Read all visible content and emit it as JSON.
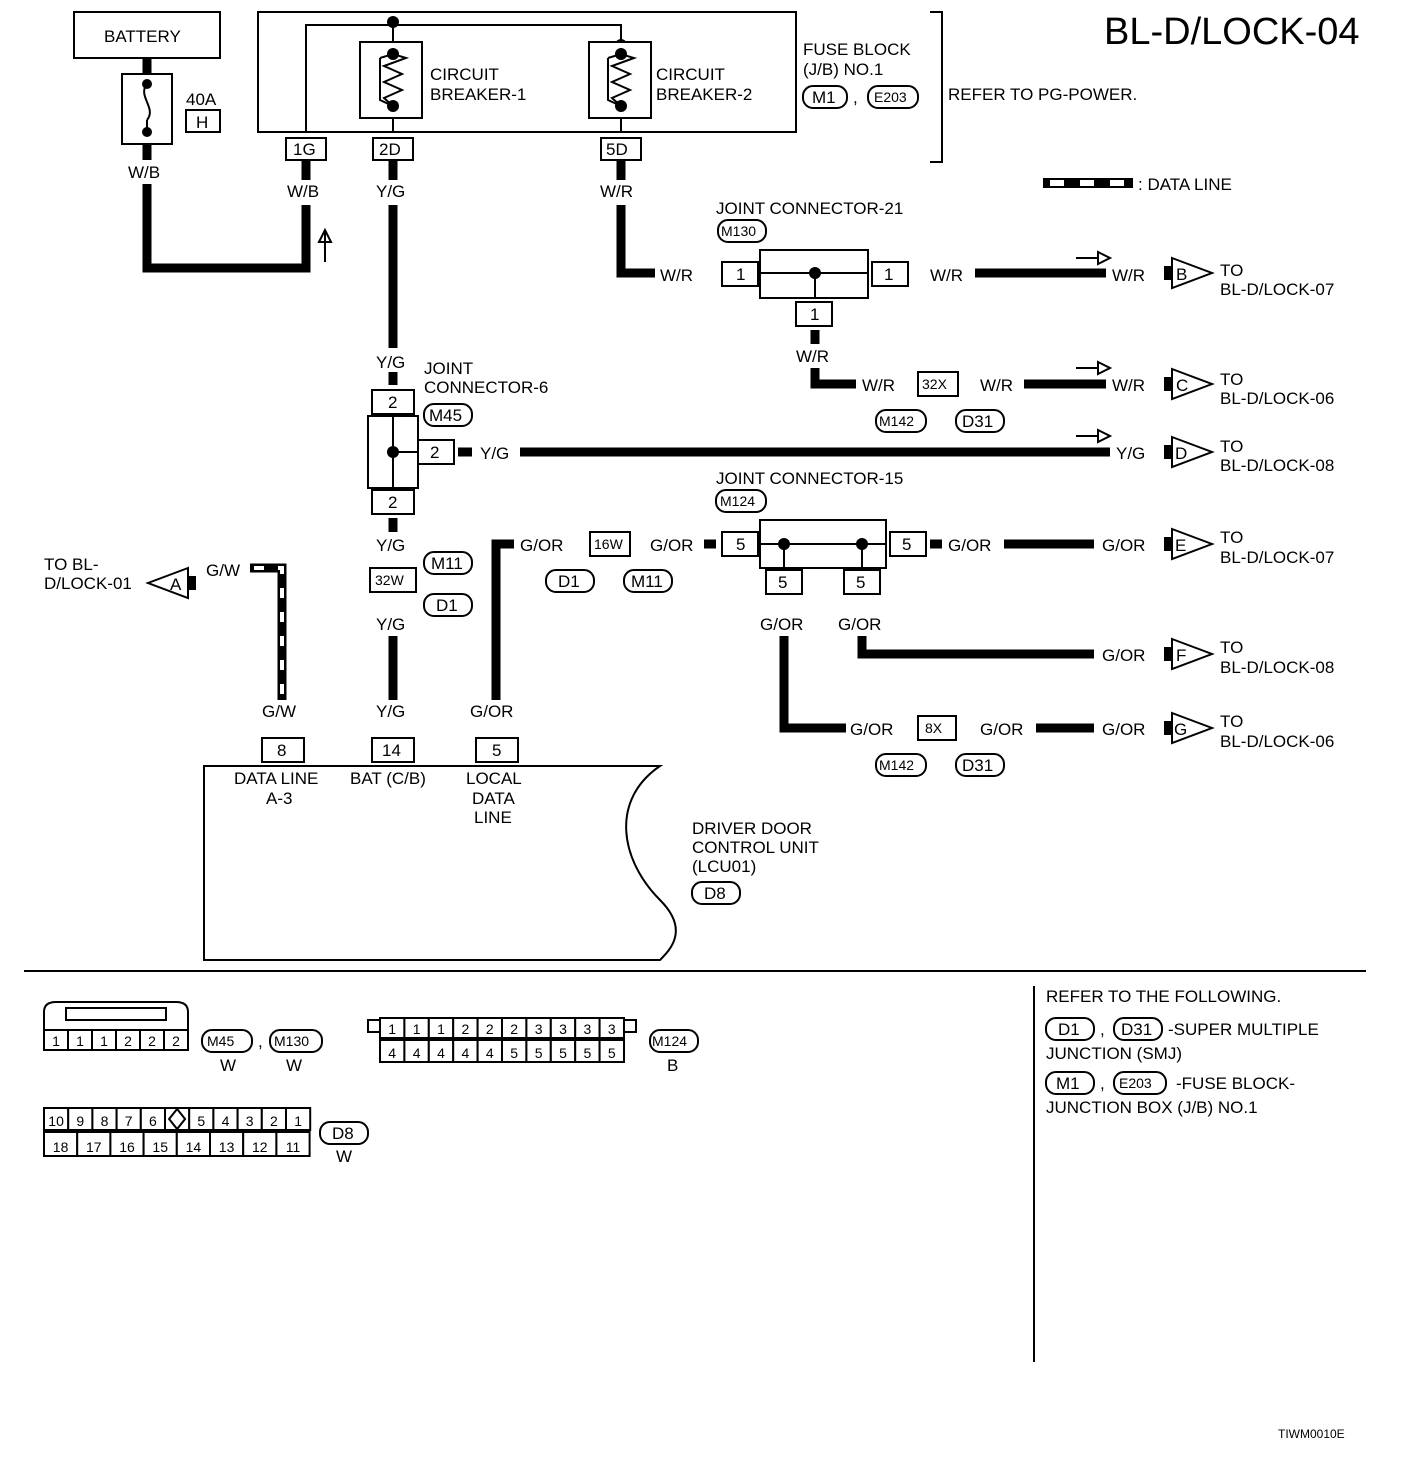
{
  "title": "BL-D/LOCK-04",
  "battery": "BATTERY",
  "fuse": {
    "amp": "40A",
    "code": "H"
  },
  "fuse_block": {
    "label1": "FUSE BLOCK",
    "label2": "(J/B) NO.1",
    "conn1": "M1",
    "conn2": "E203",
    "refer": "REFER TO PG-POWER."
  },
  "breakers": {
    "cb1_line1": "CIRCUIT",
    "cb1_line2": "BREAKER-1",
    "cb2_line1": "CIRCUIT",
    "cb2_line2": "BREAKER-2"
  },
  "terminals": {
    "t1g": "1G",
    "t2d": "2D",
    "t5d": "5D"
  },
  "legend": {
    "data_line": ": DATA LINE"
  },
  "wires": {
    "wb": "W/B",
    "yg": "Y/G",
    "wr": "W/R",
    "gor": "G/OR",
    "gw": "G/W"
  },
  "jc21": {
    "line1": "JOINT CONNECTOR-21",
    "conn": "M130",
    "pin": "1"
  },
  "jc6": {
    "line1": "JOINT",
    "line2": "CONNECTOR-6",
    "conn": "M45",
    "pin": "2"
  },
  "jc15": {
    "line1": "JOINT CONNECTOR-15",
    "conn": "M124",
    "pin": "5"
  },
  "inline": {
    "c32x": "32X",
    "c32w": "32W",
    "c16w": "16W",
    "c8x": "8X",
    "m142": "M142",
    "d31": "D31",
    "m11": "M11",
    "d1": "D1"
  },
  "offpage": {
    "a_letter": "A",
    "a_to1": "TO BL-",
    "a_to2": "D/LOCK-01",
    "b_letter": "B",
    "b_to": "BL-D/LOCK-07",
    "c_letter": "C",
    "c_to": "BL-D/LOCK-06",
    "d_letter": "D",
    "d_to": "BL-D/LOCK-08",
    "e_letter": "E",
    "e_to": "BL-D/LOCK-07",
    "f_letter": "F",
    "f_to": "BL-D/LOCK-08",
    "g_letter": "G",
    "g_to": "BL-D/LOCK-06",
    "to": "TO"
  },
  "unit": {
    "pin8": "8",
    "pin14": "14",
    "pin5": "5",
    "lbl8a": "DATA LINE",
    "lbl8b": "A-3",
    "lbl14": "BAT (C/B)",
    "lbl5a": "LOCAL",
    "lbl5b": "DATA",
    "lbl5c": "LINE",
    "name1": "DRIVER DOOR",
    "name2": "CONTROL UNIT",
    "name3": "(LCU01)",
    "conn": "D8"
  },
  "connector_views": {
    "m45": {
      "pins": [
        "1",
        "1",
        "1",
        "2",
        "2",
        "2"
      ],
      "id1": "M45",
      "id2": "M130",
      "color1": "W",
      "color2": "W"
    },
    "m124": {
      "top": [
        "1",
        "1",
        "1",
        "2",
        "2",
        "2",
        "3",
        "3",
        "3",
        "3"
      ],
      "bottom": [
        "4",
        "4",
        "4",
        "4",
        "4",
        "5",
        "5",
        "5",
        "5",
        "5"
      ],
      "id": "M124",
      "color": "B"
    },
    "d8": {
      "top": [
        "10",
        "9",
        "8",
        "7",
        "6",
        "",
        "5",
        "4",
        "3",
        "2",
        "1"
      ],
      "bottom": [
        "18",
        "17",
        "16",
        "15",
        "14",
        "13",
        "12",
        "11"
      ],
      "id": "D8",
      "color": "W"
    }
  },
  "refer": {
    "head": "REFER TO THE FOLLOWING.",
    "smj_c1": "D1",
    "smj_c2": "D31",
    "smj_text1": "-SUPER MULTIPLE",
    "smj_text2": "JUNCTION (SMJ)",
    "jb_c1": "M1",
    "jb_c2": "E203",
    "jb_text1": "-FUSE BLOCK-",
    "jb_text2": "JUNCTION BOX (J/B) NO.1"
  },
  "footer_code": "TIWM0010E"
}
